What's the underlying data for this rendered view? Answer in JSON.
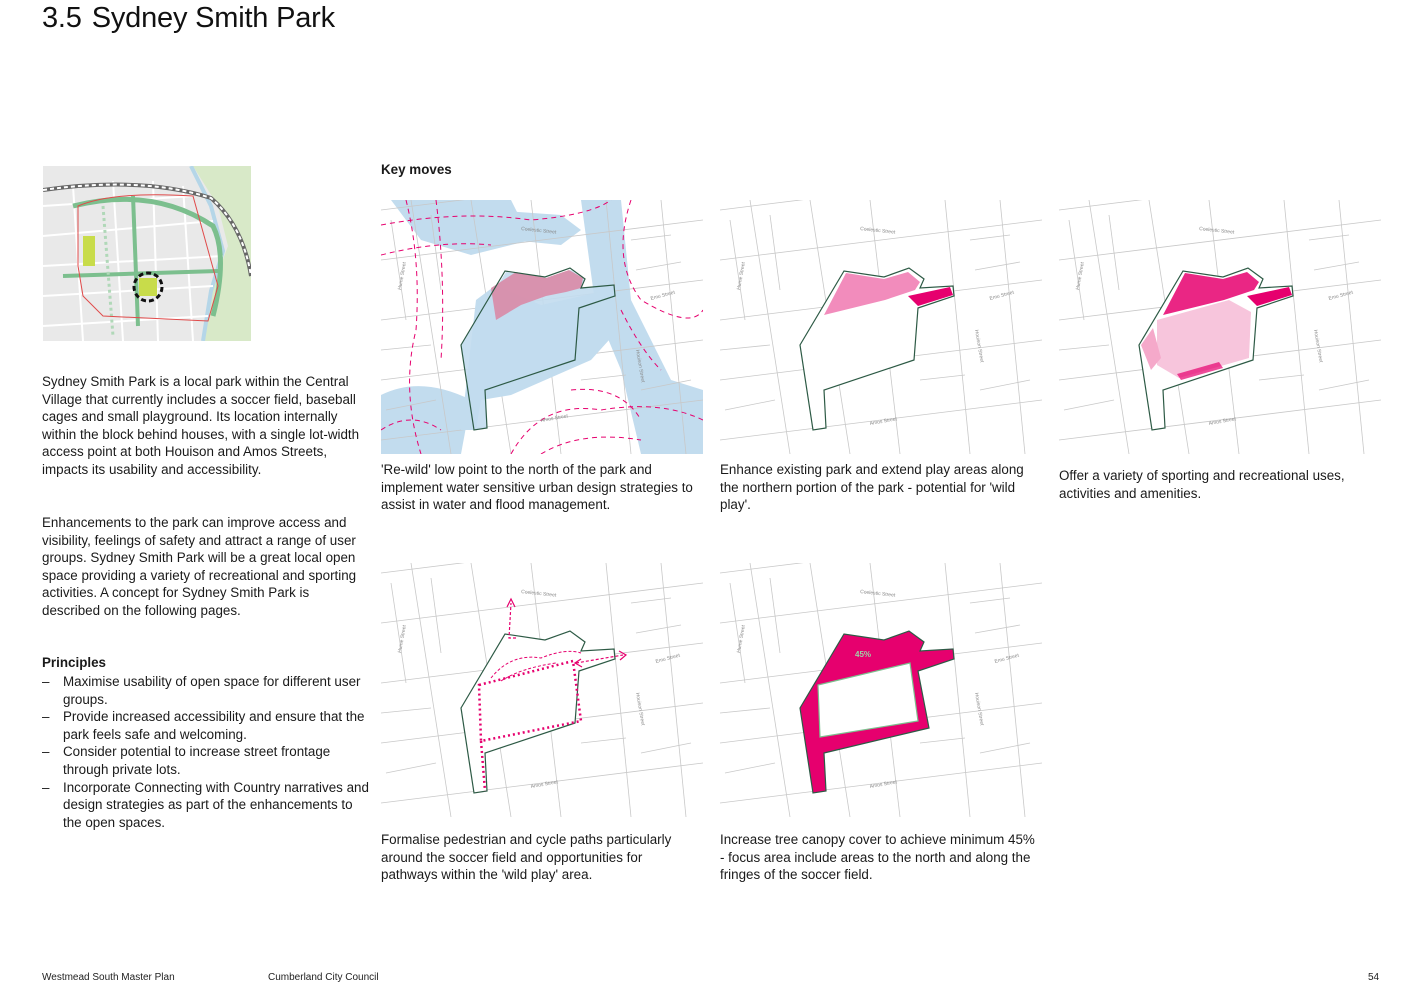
{
  "header": {
    "section_number": "3.5",
    "title": "Sydney Smith Park"
  },
  "intro": {
    "paragraph1": "Sydney Smith Park is a local park within the Central Village that currently includes a soccer field, baseball cages and small playground. Its location internally within the block behind houses, with a single lot-width access point at both Houison and Amos Streets, impacts its usability and accessibility.",
    "paragraph2": "Enhancements to the park can improve access and visibility, feelings of safety and attract a range of user groups. Sydney Smith Park will be a great local open space providing a variety of recreational and sporting activities. A concept for Sydney Smith Park is described on the following pages."
  },
  "principles": {
    "heading": "Principles",
    "bullet": "–",
    "items": [
      "Maximise usability of open space for different user groups.",
      "Provide increased accessibility and ensure that the park feels safe and welcoming.",
      "Consider potential to increase street frontage through private lots.",
      "Incorporate Connecting with Country narratives and design strategies as part of the enhancements to the open spaces."
    ]
  },
  "key_moves": {
    "heading": "Key moves",
    "street_labels": {
      "north": "Coelestic Street",
      "east": "Emu Street",
      "south": "Amos Street",
      "west": "Hume Street",
      "houison": "Houison Street"
    },
    "canopy_label": "45%",
    "captions": [
      "'Re-wild' low point to the north of the park and implement water sensitive urban design strategies to assist in water and flood management.",
      "Enhance existing park and extend play areas along the northern portion of the park - potential for 'wild play'.",
      "Offer a variety of sporting and recreational uses, activities and amenities.",
      "Formalise pedestrian and cycle paths particularly around the soccer field and opportunities for pathways within the 'wild play' area.",
      "Increase tree canopy cover to achieve minimum 45% - focus area include areas to the north and along the fringes of the soccer field."
    ]
  },
  "colors": {
    "magenta": "#e6006e",
    "pink_light": "#f7c5dc",
    "pink_mid": "#f28cbc",
    "water_blue": "#c2dcee",
    "outline_green": "#2d5a45",
    "street_line": "#c8c8c8"
  },
  "footer": {
    "left": "Westmead South Master Plan",
    "middle": "Cumberland City Council",
    "page_number": "54"
  }
}
